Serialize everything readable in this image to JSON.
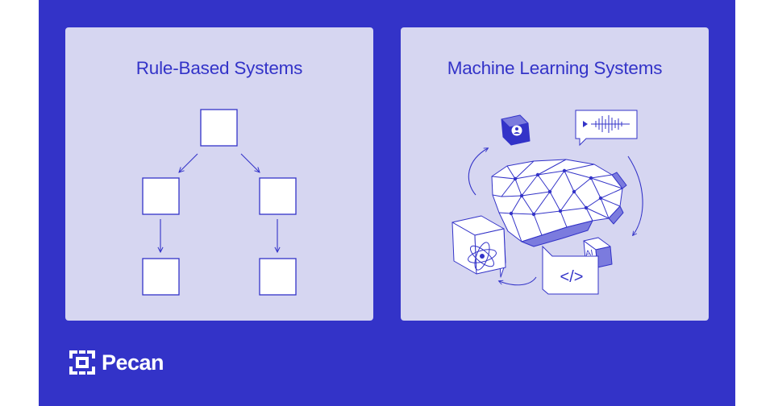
{
  "left_panel": {
    "title": "Rule-Based Systems"
  },
  "right_panel": {
    "title": "Machine Learning Systems",
    "icons": [
      "person-cube-icon",
      "audio-waveform-icon",
      "atom-cube-icon",
      "ai-cube-icon",
      "code-brackets-icon",
      "brain-network-icon"
    ],
    "code_glyph": "</>",
    "ai_label": "AI"
  },
  "brand": {
    "name": "Pecan",
    "logo_icon": "pecan-logo-icon"
  },
  "colors": {
    "background": "#3333c8",
    "panel": "#d6d6f1",
    "accent": "#3333c8",
    "brain_shade": "#7b7bde",
    "white": "#ffffff"
  }
}
